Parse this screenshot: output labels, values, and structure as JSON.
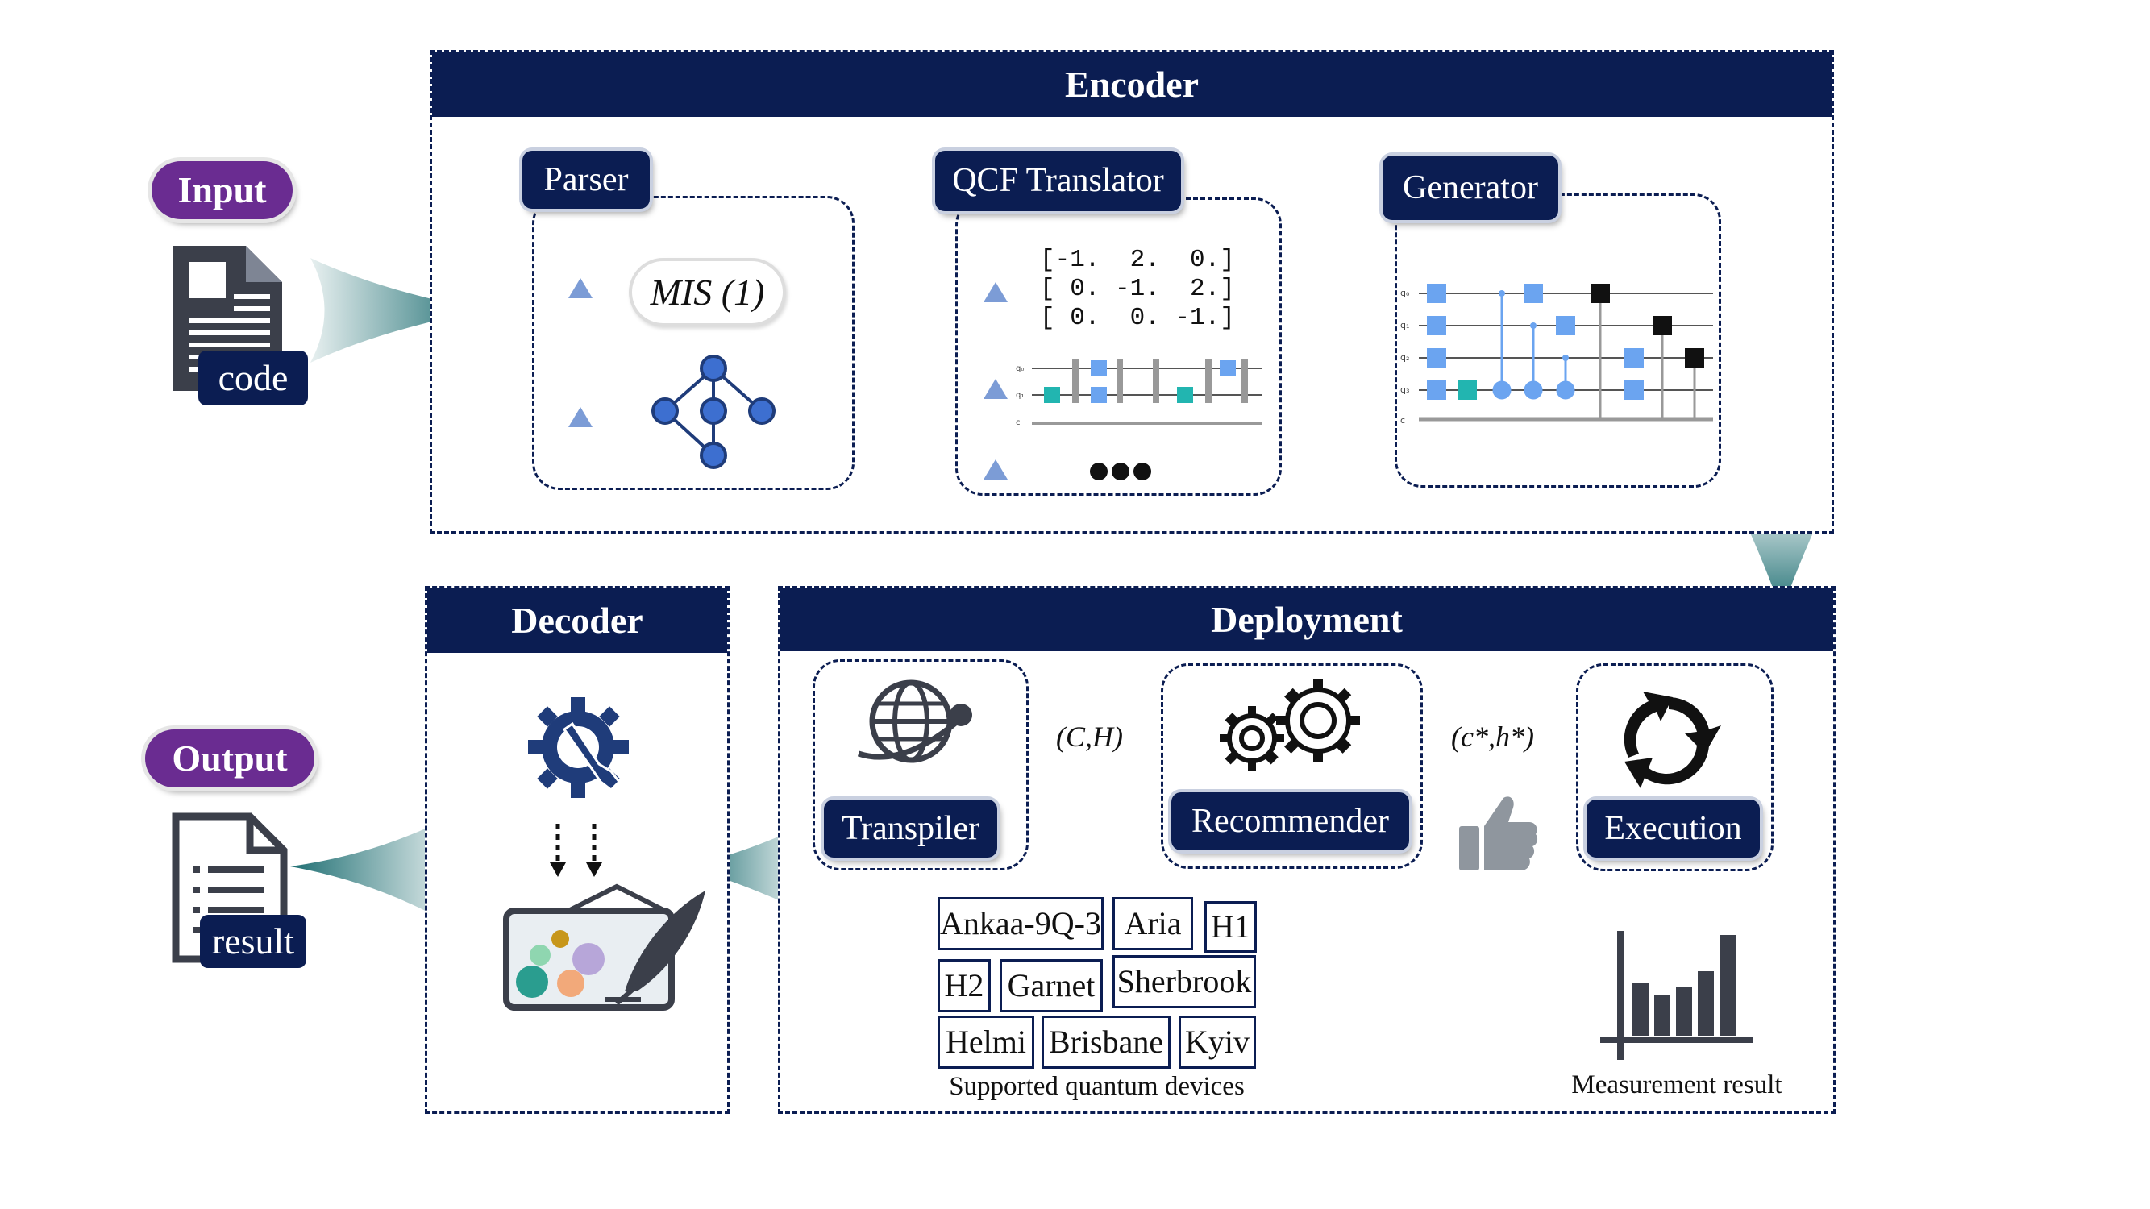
{
  "input": {
    "label": "Input",
    "doc_label": "code"
  },
  "output": {
    "label": "Output",
    "doc_label": "result"
  },
  "encoder": {
    "title": "Encoder",
    "parser": {
      "label": "Parser",
      "problem": "MIS (1)"
    },
    "translator": {
      "label": "QCF Translator",
      "matrix_rows": [
        "[-1.  2.  0.]",
        "[ 0. -1.  2.]",
        "[ 0.  0. -1.]"
      ]
    },
    "generator": {
      "label": "Generator"
    }
  },
  "decoder": {
    "title": "Decoder"
  },
  "deployment": {
    "title": "Deployment",
    "transpiler": {
      "label": "Transpiler"
    },
    "recommender": {
      "label": "Recommender"
    },
    "execution": {
      "label": "Execution"
    },
    "edge_label_1": "(C,H)",
    "edge_label_2": "(c*,h*)",
    "devices": [
      "Ankaa-9Q-3",
      "Aria",
      "H1",
      "H2",
      "Garnet",
      "Sherbrook",
      "Helmi",
      "Brisbane",
      "Kyiv"
    ],
    "devices_caption": "Supported quantum devices",
    "measurement_caption": "Measurement result"
  },
  "icons": [
    "document-icon",
    "graph-icon",
    "circuit-icon",
    "globe-icon",
    "gears-icon",
    "thumbs-up-icon",
    "cycle-icon",
    "bar-chart-icon",
    "wrench-gear-icon",
    "canvas-quill-icon"
  ],
  "colors": {
    "navy": "#0b1d52",
    "purple": "#6a2c91",
    "teal": "#1f6f73",
    "node_blue": "#3d6fd0"
  }
}
